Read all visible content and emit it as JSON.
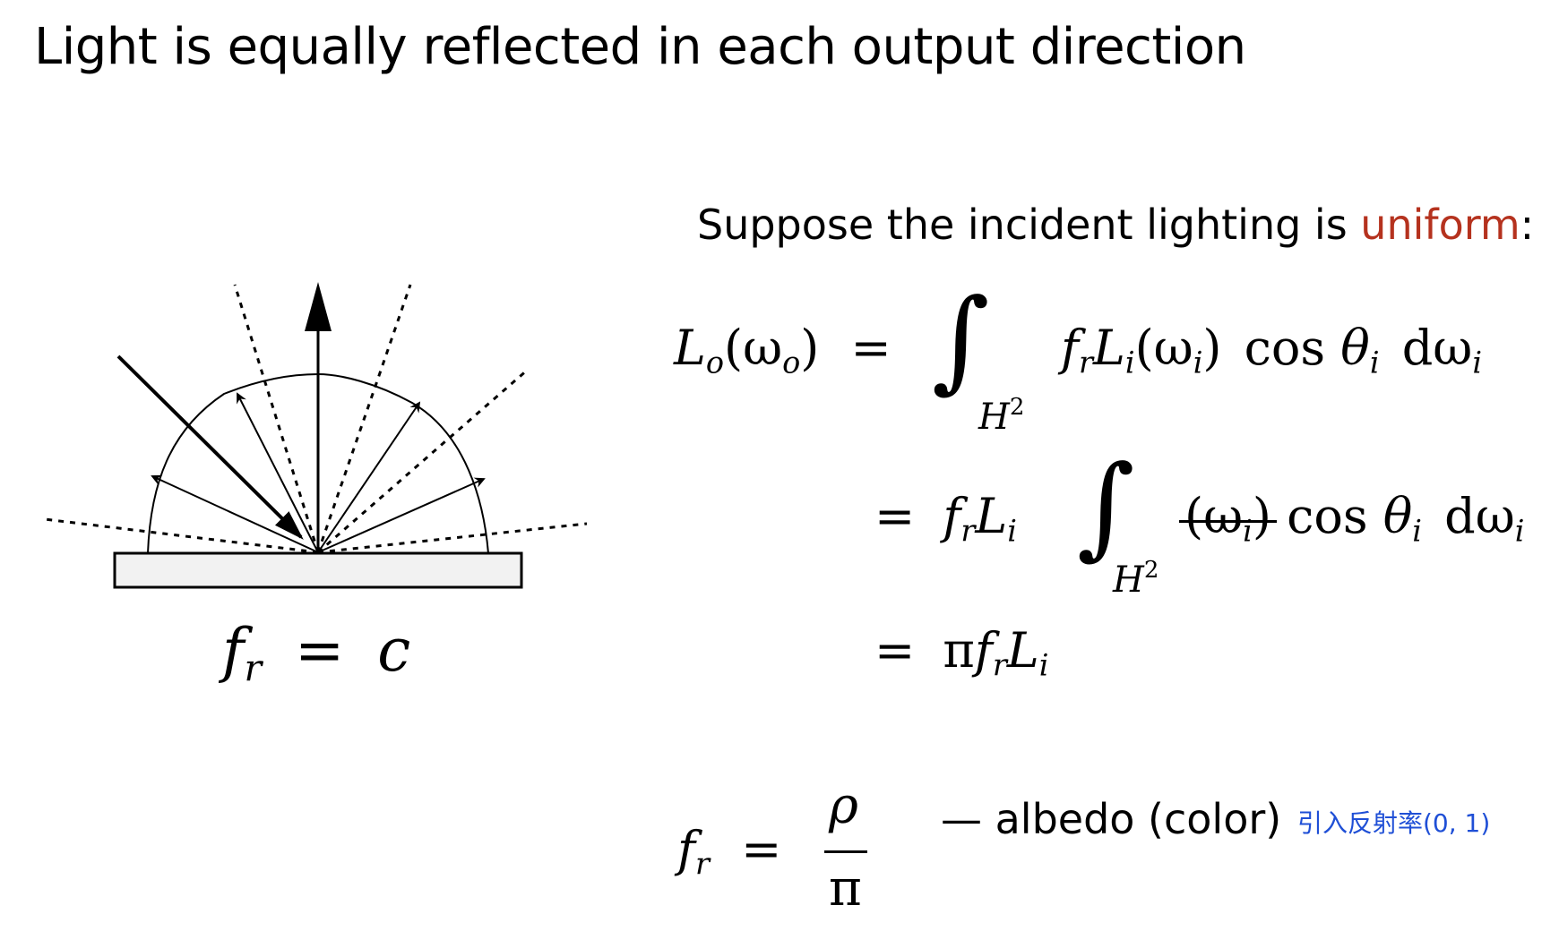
{
  "slide": {
    "title": "Light is equally reflected in each output direction",
    "intro_text": "Suppose the incident lighting is ",
    "intro_highlight": "uniform",
    "intro_suffix": ":",
    "accent_color": "#b5321e",
    "annotation_color": "#1f4fd6"
  },
  "diagram": {
    "caption_lhs": "f",
    "caption_lhs_sub": "r",
    "caption_eq": "=",
    "caption_rhs": "c"
  },
  "equations": {
    "line1_lhs": "L",
    "line1_lhs_sub": "o",
    "line1_lhs_arg": "(ω",
    "line1_lhs_arg_sub": "o",
    "line1_lhs_arg_close": ")",
    "eq_sign": "=",
    "int_domain": "H",
    "int_domain_sup": "2",
    "f": "f",
    "f_sub": "r",
    "L": "L",
    "L_sub": "i",
    "omega_i_open": "(ω",
    "omega_i_sub": "i",
    "omega_i_close": ")",
    "cos": "cos",
    "theta": "θ",
    "theta_sub": "i",
    "d_omega": "dω",
    "d_omega_sub": "i",
    "pi": "π"
  },
  "albedo": {
    "lhs": "f",
    "lhs_sub": "r",
    "eq": "=",
    "numerator": "ρ",
    "denominator": "π",
    "note": "— albedo (color)",
    "chinese_note": "引入反射率(0, 1)"
  }
}
